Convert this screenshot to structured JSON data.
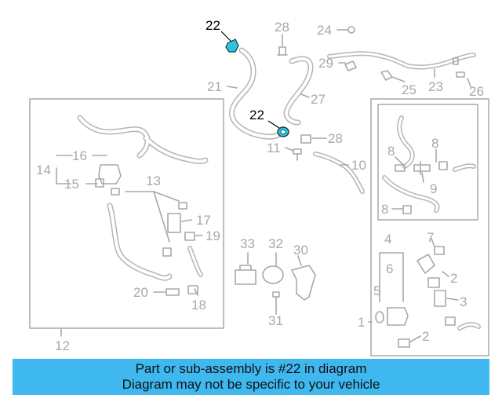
{
  "colors": {
    "part": "#a8a8a8",
    "highlight": "#2ec4e0",
    "highlight_label": "#000000",
    "banner": "#3fb8f0"
  },
  "callouts": {
    "c22a": "22",
    "c22b": "22",
    "c28a": "28",
    "c24": "24",
    "c29": "29",
    "c25": "25",
    "c23": "23",
    "c26": "26",
    "c21": "21",
    "c27": "27",
    "c11": "11",
    "c28b": "28",
    "c10": "10",
    "c16": "16",
    "c14": "14",
    "c15": "15",
    "c13": "13",
    "c17": "17",
    "c19": "19",
    "c20": "20",
    "c18": "18",
    "c12": "12",
    "c33": "33",
    "c32": "32",
    "c30": "30",
    "c31": "31",
    "c8a": "8",
    "c8b": "8",
    "c9": "9",
    "c8c": "8",
    "c4": "4",
    "c7": "7",
    "c6": "6",
    "c5": "5",
    "c2a": "2",
    "c3": "3",
    "c1": "1",
    "c2b": "2"
  },
  "banner": {
    "line1": "Part or sub-assembly is #22 in diagram",
    "line2": "Diagram may not be specific to your vehicle"
  }
}
